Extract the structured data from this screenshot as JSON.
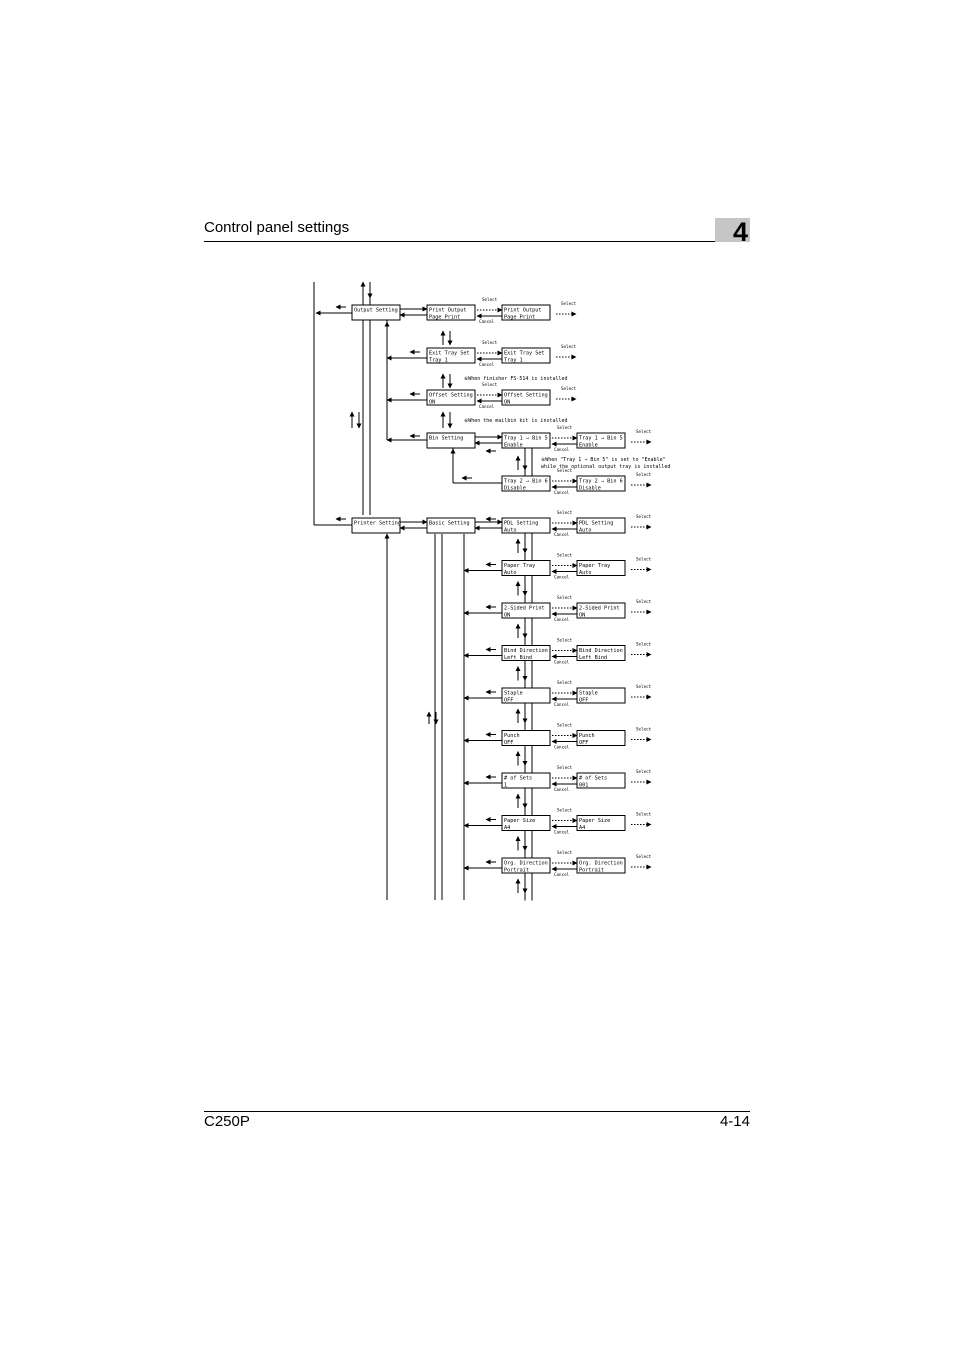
{
  "header": {
    "title": "Control panel settings",
    "chapter": "4"
  },
  "footer": {
    "model": "C250P",
    "page": "4-14"
  },
  "labels": {
    "select": "Select",
    "cancel": "Cancel"
  },
  "menus": {
    "output": "Output Setting",
    "printer": "Printer Setting",
    "basic": "Basic Setting"
  },
  "output_items": [
    {
      "line1": "Print Output",
      "line2": "Page Print",
      "sel1": "Print Output",
      "sel2": "Page Print"
    },
    {
      "line1": "Exit Tray Set",
      "line2": "Tray 1",
      "sel1": "Exit Tray Set",
      "sel2": "Tray 1"
    },
    {
      "line1": "Offset Setting",
      "line2": "ON",
      "sel1": "Offset Setting",
      "sel2": "ON"
    }
  ],
  "bin": {
    "label": "Bin Setting",
    "items": [
      {
        "line1": "Tray 1 → Bin 5",
        "line2": "Enable",
        "sel1": "Tray 1 → Bin 5",
        "sel2": "Enable"
      },
      {
        "line1": "Tray 2 → Bin 6",
        "line2": "Disable",
        "sel1": "Tray 2 → Bin 6",
        "sel2": "Disable"
      }
    ]
  },
  "notes": {
    "finisher": "※When finisher FS-514 is installed",
    "mailbin": "※When the mailbin kit is installed",
    "tray_line1": "※When \"Tray 1 → Bin 5\" is set to \"Enable\"",
    "tray_line2": "while the optional output tray is installed"
  },
  "basic_items": [
    {
      "line1": "PDL Setting",
      "line2": "Auto",
      "sel1": "PDL Setting",
      "sel2": "Auto"
    },
    {
      "line1": "Paper Tray",
      "line2": "Auto",
      "sel1": "Paper Tray",
      "sel2": "Auto"
    },
    {
      "line1": "2-Sided Print",
      "line2": "ON",
      "sel1": "2-Sided Print",
      "sel2": "ON"
    },
    {
      "line1": "Bind Direction",
      "line2": "Left Bind",
      "sel1": "Bind Direction",
      "sel2": "Left Bind"
    },
    {
      "line1": "Staple",
      "line2": "OFF",
      "sel1": "Staple",
      "sel2": "OFF"
    },
    {
      "line1": "Punch",
      "line2": "OFF",
      "sel1": "Punch",
      "sel2": "OFF"
    },
    {
      "line1": "# of Sets",
      "line2": "  1",
      "sel1": "# of Sets",
      "sel2": "001"
    },
    {
      "line1": "Paper Size",
      "line2": "A4",
      "sel1": "Paper Size",
      "sel2": "A4"
    },
    {
      "line1": "Org. Direction",
      "line2": "Portrait",
      "sel1": "Org. Direction",
      "sel2": "Portrait"
    }
  ]
}
